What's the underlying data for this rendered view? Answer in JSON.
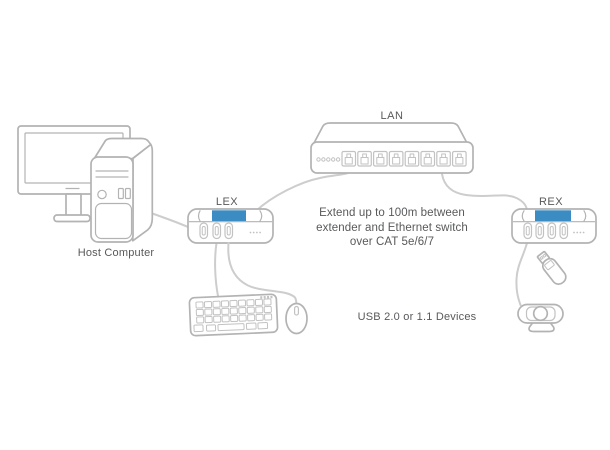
{
  "diagram": {
    "device_labels": {
      "host_computer": "Host Computer",
      "lex": "LEX",
      "lan": "LAN",
      "rex": "REX"
    },
    "notes": {
      "extend_line1": "Extend up to 100m between",
      "extend_line2": "extender and Ethernet switch",
      "extend_line3": "over CAT 5e/6/7",
      "usb_devices": "USB 2.0 or 1.1 Devices"
    },
    "icons": {
      "monitor": "monitor-icon",
      "computer_tower": "computer-tower-icon",
      "lex_extender": "lex-extender-icon",
      "ethernet_switch": "ethernet-switch-icon",
      "rex_extender": "rex-extender-icon",
      "keyboard": "keyboard-icon",
      "mouse": "mouse-icon",
      "usb_flash_drive": "usb-flash-drive-icon",
      "webcam": "webcam-icon"
    },
    "colors": {
      "accent_blue": "#3a8cc3",
      "device_outline": "#b3b3b3",
      "detail_gray": "#c2c2c2",
      "cable_gray": "#cdcdcd",
      "text_gray": "#58595b",
      "background": "#ffffff"
    }
  }
}
